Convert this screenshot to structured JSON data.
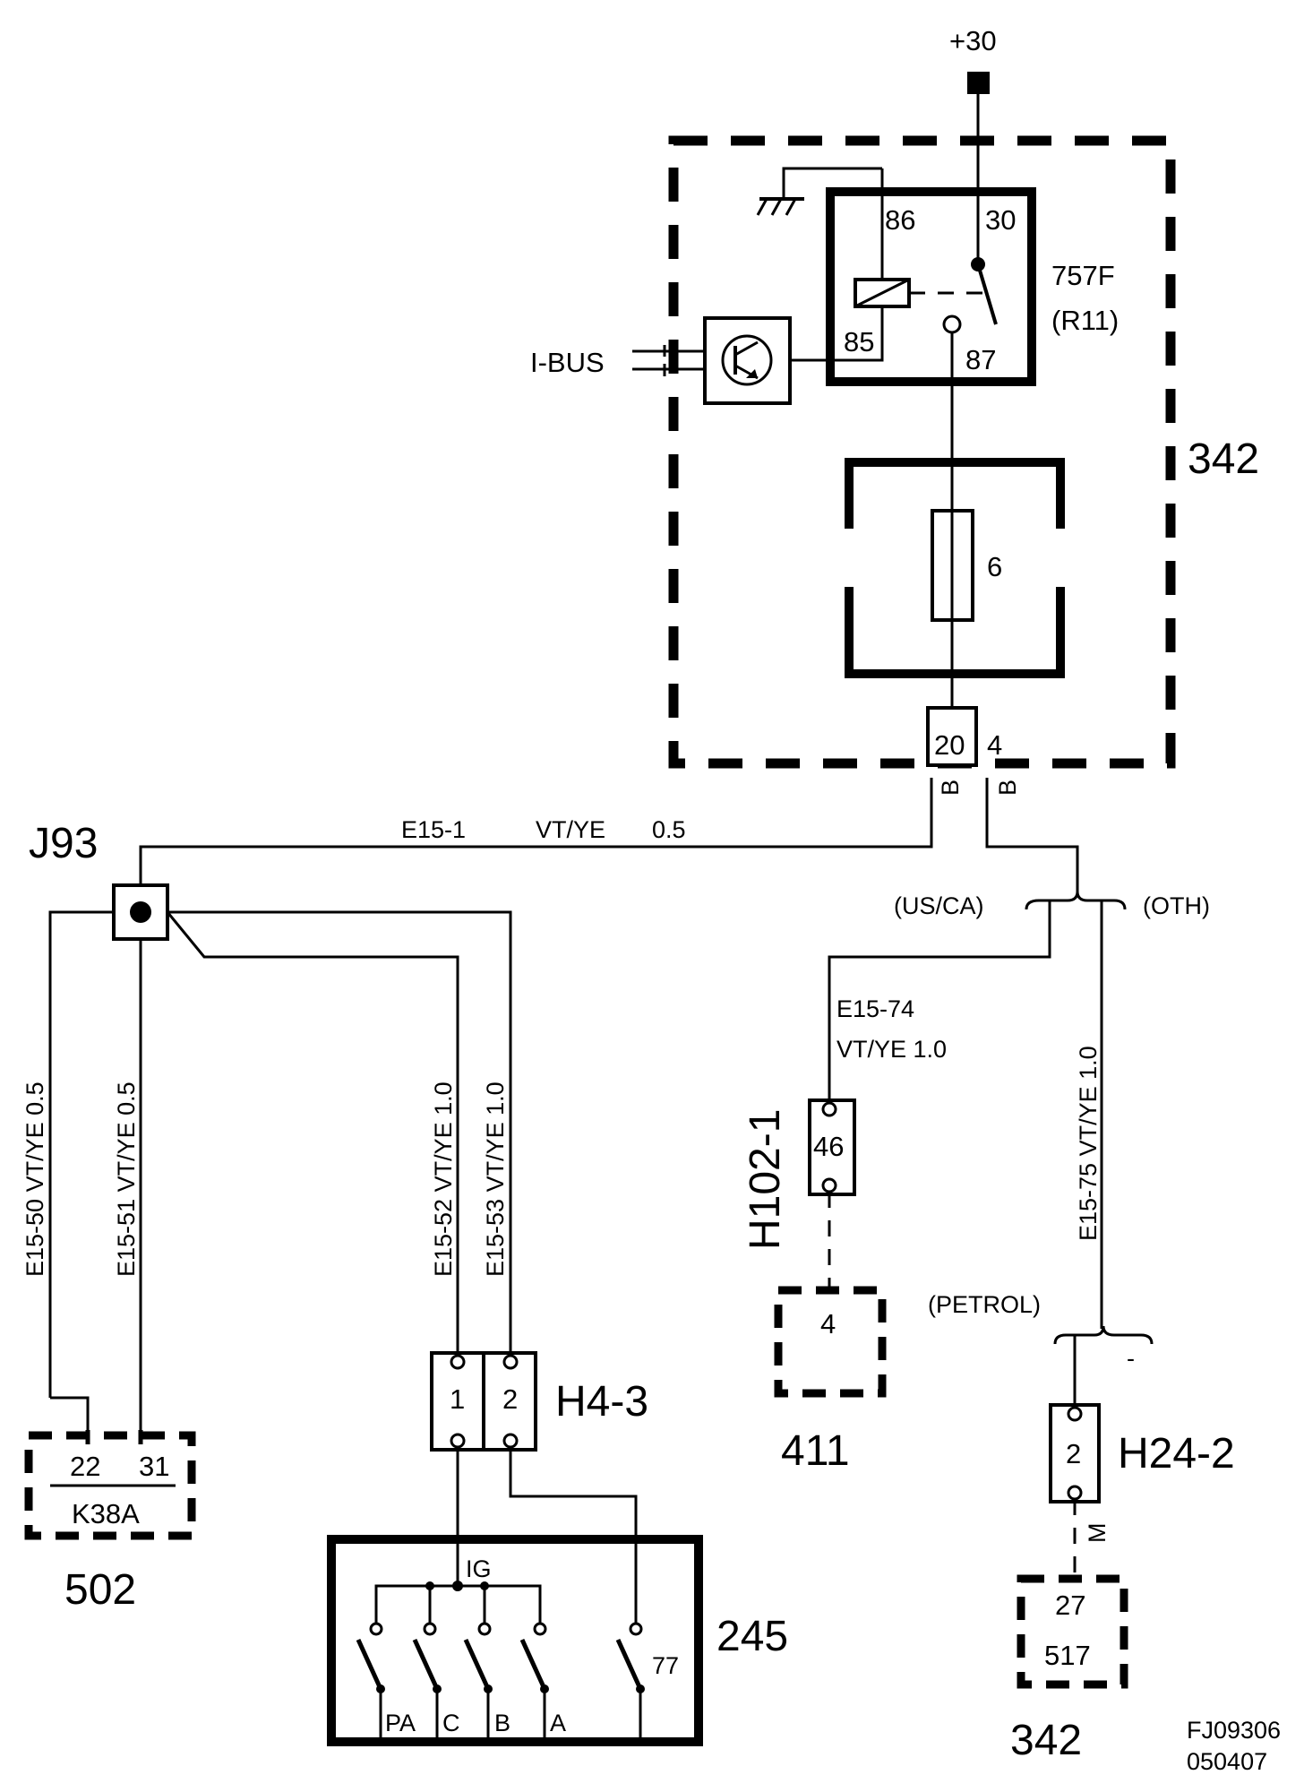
{
  "supply": {
    "label": "+30"
  },
  "relay": {
    "name": "757F",
    "position": "(R11)",
    "pins": {
      "p86": "86",
      "p30": "30",
      "p85": "85",
      "p87": "87"
    }
  },
  "ibus": {
    "label": "I-BUS"
  },
  "fuse": {
    "number": "6"
  },
  "central_electronics_unit": {
    "number": "342",
    "pins": {
      "p20": "20",
      "p4": "4",
      "b1": "B",
      "b2": "B"
    }
  },
  "splice": {
    "name": "J93"
  },
  "wires": {
    "e15_1": {
      "id": "E15-1",
      "color": "VT/YE",
      "size": "0.5"
    },
    "e15_50": {
      "text": "E15-50  VT/YE  0.5"
    },
    "e15_51": {
      "text": "E15-51  VT/YE  0.5"
    },
    "e15_52": {
      "text": "E15-52  VT/YE  1.0"
    },
    "e15_53": {
      "text": "E15-53  VT/YE  1.0"
    },
    "e15_74": {
      "id": "E15-74",
      "color_size": "VT/YE   1.0"
    },
    "e15_75": {
      "text": "E15-75  VT/YE  1.0"
    }
  },
  "variants": {
    "us_ca": "(US/CA)",
    "oth": "(OTH)",
    "petrol": "(PETROL)",
    "minus": "-"
  },
  "module_502": {
    "number": "502",
    "component": "K38A",
    "pins": [
      "22",
      "31"
    ]
  },
  "connector_h4_3": {
    "name": "H4-3",
    "pins": [
      "1",
      "2"
    ]
  },
  "ignition_switch": {
    "number": "245",
    "ig": "IG",
    "pin77": "77",
    "positions": [
      "PA",
      "C",
      "B",
      "A"
    ]
  },
  "connector_h102_1": {
    "name": "H102-1",
    "pin": "46"
  },
  "component_411": {
    "number": "411",
    "pin": "4"
  },
  "connector_h24_2": {
    "name": "H24-2",
    "pin": "2",
    "ground_mark": "M"
  },
  "component_517": {
    "pin": "27",
    "number_inside": "517",
    "number": "342"
  },
  "figure_code": {
    "line1": "FJ09306",
    "line2": "050407"
  }
}
